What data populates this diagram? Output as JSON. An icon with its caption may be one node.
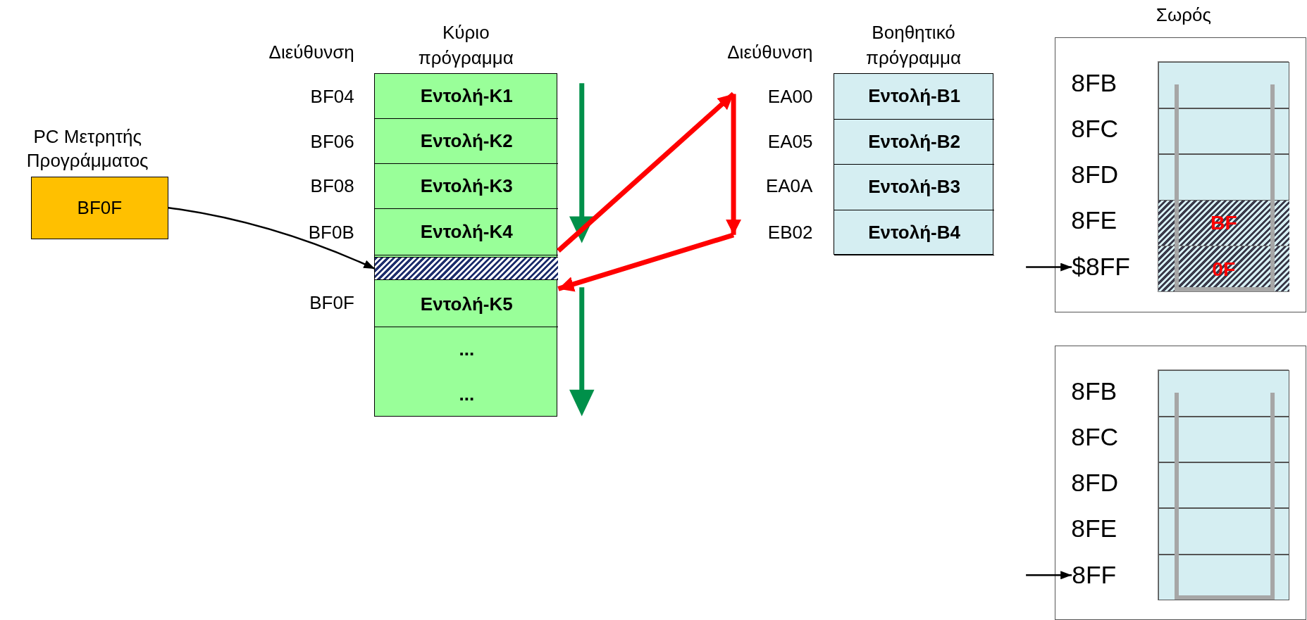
{
  "diagram": {
    "nodes": [
      {
        "text": [
          "PC Μετρητής Προγράμματος",
          "BF0F"
        ]
      },
      {
        "text": [
          "Κύριο πρόγραμμα"
        ]
      },
      {
        "text": [
          "Εντολή-Κ1"
        ],
        "in": 1
      },
      {
        "text": [
          "Εντολή-Κ2"
        ],
        "in": 1
      },
      {
        "text": [
          "Εντολή-Κ3"
        ],
        "in": 1
      },
      {
        "text": [
          "Εντολή-Κ4"
        ],
        "in": 1
      },
      {
        "text": [],
        "shape": "bar",
        "in": 1
      },
      {
        "text": [
          "Εντολή-Κ5"
        ],
        "in": 1
      },
      {
        "text": [
          "..."
        ],
        "in": 1
      },
      {
        "text": [
          "..."
        ],
        "in": 1
      },
      {
        "text": [
          "EA00"
        ]
      },
      {
        "text": [
          "EB02"
        ]
      },
      {
        "text": [
          "Βοηθητικό πρόγραμμα"
        ]
      },
      {
        "text": [
          "Εντολή-Β1"
        ],
        "in": 12
      },
      {
        "text": [
          "Εντολή-Β2"
        ],
        "in": 12
      },
      {
        "text": [
          "Εντολή-Β3"
        ],
        "in": 12
      },
      {
        "text": [
          "Εντολή-Β4"
        ],
        "in": 12
      },
      {
        "text": [
          "Σωρός"
        ]
      },
      {
        "text": [],
        "shape": "box",
        "in": 17
      },
      {
        "text": [],
        "shape": "box",
        "in": 17
      },
      {
        "text": [],
        "shape": "box",
        "in": 17
      },
      {
        "text": [
          "BF"
        ],
        "in": 17
      },
      {
        "text": [
          "0F"
        ],
        "in": 17
      },
      {
        "text": [
          "$8FF"
        ],
        "in": 17
      },
      {
        "text": [],
        "shape": "box"
      },
      {
        "text": [],
        "shape": "box",
        "in": 24
      },
      {
        "text": [],
        "shape": "box",
        "in": 24
      },
      {
        "text": [],
        "shape": "box",
        "in": 24
      },
      {
        "text": [],
        "shape": "box",
        "in": 24
      },
      {
        "text": [],
        "shape": "box",
        "in": 24
      },
      {
        "text": [
          "8FF"
        ],
        "in": 24
      }
    ],
    "edges": [
      {
        "from": 0,
        "to": 6,
        "arrow": "to"
      },
      {
        "from": 5,
        "to": 10,
        "arrow": "to",
        "style": "thick",
        "color": "#ff0000"
      },
      {
        "from": 10,
        "to": 11,
        "arrow": "to",
        "style": "thick",
        "color": "#ff0000"
      },
      {
        "from": 11,
        "to": 7,
        "arrow": "to",
        "style": "thick",
        "color": "#ff0000"
      },
      {
        "from": null,
        "to": 23,
        "arrow": "to"
      },
      {
        "from": null,
        "to": 30,
        "arrow": "to"
      }
    ],
    "labels": [
      "Διεύθυνση",
      "BF04",
      "BF06",
      "BF08",
      "BF0B",
      "BF0F",
      "Διεύθυνση",
      "EA05",
      "EA0A",
      "8FB",
      "8FC",
      "8FD",
      "8FE",
      "8FB",
      "8FC",
      "8FD",
      "8FE"
    ]
  }
}
